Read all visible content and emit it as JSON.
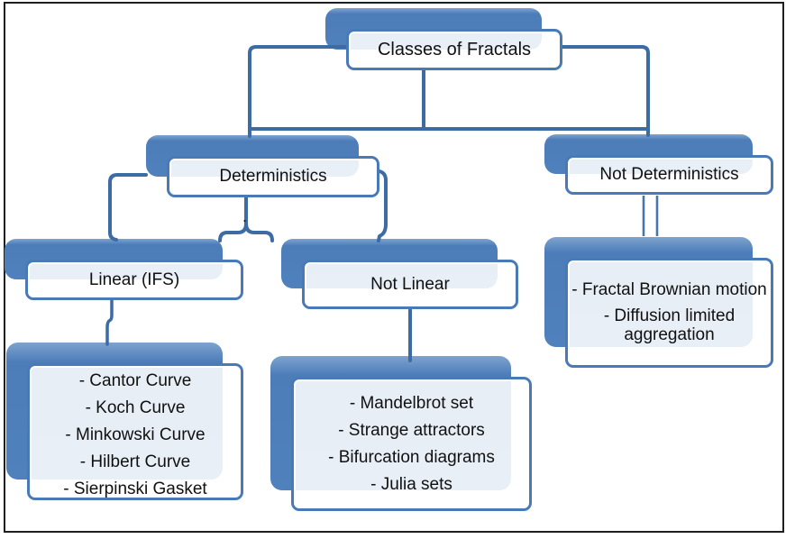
{
  "title": "Classes of Fractals diagram",
  "colors": {
    "shadow_blue": "#4f81bd",
    "box_border_blue": "#4a7ab6",
    "connector_blue": "#3d6ba3",
    "box_fill_tint": "#e8eff6",
    "page_border": "#1f1f1f",
    "text": "#111111"
  },
  "nodes": {
    "root": {
      "label": "Classes of Fractals"
    },
    "deterministics": {
      "label": "Deterministics"
    },
    "not_deterministics": {
      "label": "Not Deterministics"
    },
    "linear": {
      "label": "Linear (IFS)"
    },
    "not_linear": {
      "label": "Not Linear"
    },
    "linear_examples": {
      "items": [
        "- Cantor Curve",
        "- Koch Curve",
        "- Minkowski Curve",
        "- Hilbert Curve",
        "- Sierpinski Gasket"
      ]
    },
    "not_linear_examples": {
      "items": [
        "- Mandelbrot set",
        "- Strange attractors",
        "- Bifurcation diagrams",
        "- Julia sets"
      ]
    },
    "not_deterministic_examples": {
      "items": [
        "- Fractal Brownian motion",
        "- Diffusion limited aggregation"
      ]
    }
  },
  "stray": {
    "dot": "."
  }
}
